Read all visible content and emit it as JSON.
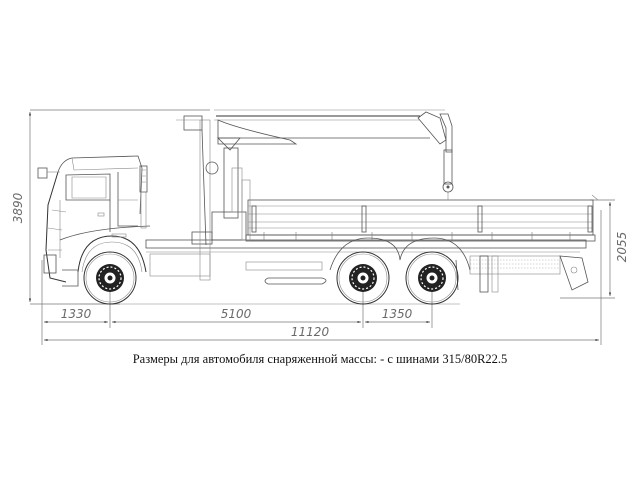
{
  "drawing": {
    "subject": "truck-with-crane-side-view",
    "dimensions": {
      "overall_height": "3890",
      "front_overhang": "1330",
      "wheelbase": "5100",
      "tandem_spacing": "1350",
      "overall_length": "11120",
      "platform_height": "2055"
    },
    "caption": "Размеры для автомобиля снаряженной массы: - с шинами 315/80R22.5"
  },
  "colors": {
    "line": "#555555",
    "dimension": "#777777",
    "text": "#111111",
    "background": "#ffffff"
  }
}
